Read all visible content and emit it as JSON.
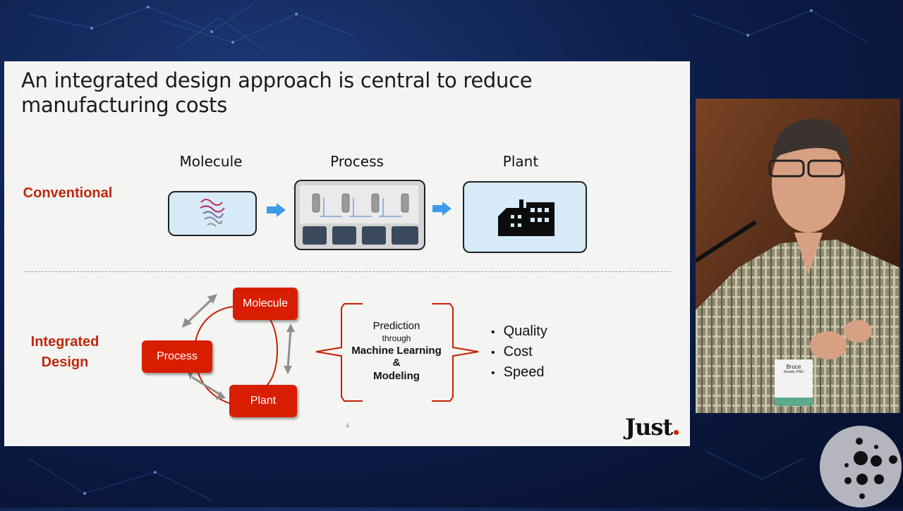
{
  "slide": {
    "title": "An integrated design approach is central to reduce manufacturing costs",
    "columns": [
      "Molecule",
      "Process",
      "Plant"
    ],
    "conventional_label": "Conventional",
    "integrated_label_1": "Integrated",
    "integrated_label_2": "Design",
    "cycle": {
      "molecule": "Molecule",
      "process": "Process",
      "plant": "Plant"
    },
    "prediction": {
      "line1": "Prediction",
      "line2": "through",
      "line3": "Machine Learning",
      "line4": "&",
      "line5": "Modeling"
    },
    "bullets": [
      "Quality",
      "Cost",
      "Speed"
    ],
    "page_number": "4",
    "logo_text": "Just"
  },
  "speaker": {
    "badge_name": "Bruce",
    "badge_title": "Kerwin, PhD"
  },
  "colors": {
    "accent_red": "#d81e00",
    "label_red": "#c0270e",
    "box_blue": "#d6eaf8",
    "arrow_blue": "#3d9be9"
  }
}
